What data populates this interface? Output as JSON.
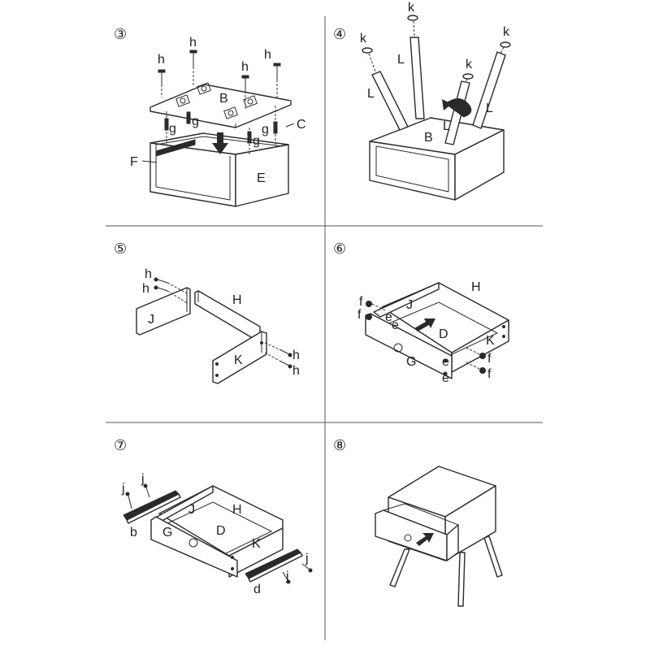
{
  "panels": [
    {
      "step": "③",
      "labels": {
        "h1": "h",
        "h2": "h",
        "h3": "h",
        "h4": "h",
        "B": "B",
        "C": "C",
        "g1": "g",
        "g2": "g",
        "g3": "g",
        "g4": "g",
        "F": "F",
        "E": "E"
      }
    },
    {
      "step": "④",
      "labels": {
        "k1": "k",
        "k2": "k",
        "k3": "k",
        "k4": "k",
        "L1": "L",
        "L2": "L",
        "L3": "L",
        "L4": "L",
        "B": "B"
      }
    },
    {
      "step": "⑤",
      "labels": {
        "h1": "h",
        "h2": "h",
        "h3": "h",
        "h4": "h",
        "H": "H",
        "J": "J",
        "K": "K"
      }
    },
    {
      "step": "⑥",
      "labels": {
        "f1": "f",
        "f2": "f",
        "f3": "f",
        "f4": "f",
        "e1": "e",
        "e2": "e",
        "e3": "e",
        "e4": "e",
        "J": "J",
        "H": "H",
        "D": "D",
        "K": "K",
        "G": "G"
      }
    },
    {
      "step": "⑦",
      "labels": {
        "j1": "j",
        "j2": "j",
        "j3": "j",
        "j4": "j",
        "b": "b",
        "d": "d",
        "J": "J",
        "H": "H",
        "G": "G",
        "D": "D",
        "K": "K"
      }
    },
    {
      "step": "⑧",
      "labels": {}
    }
  ]
}
